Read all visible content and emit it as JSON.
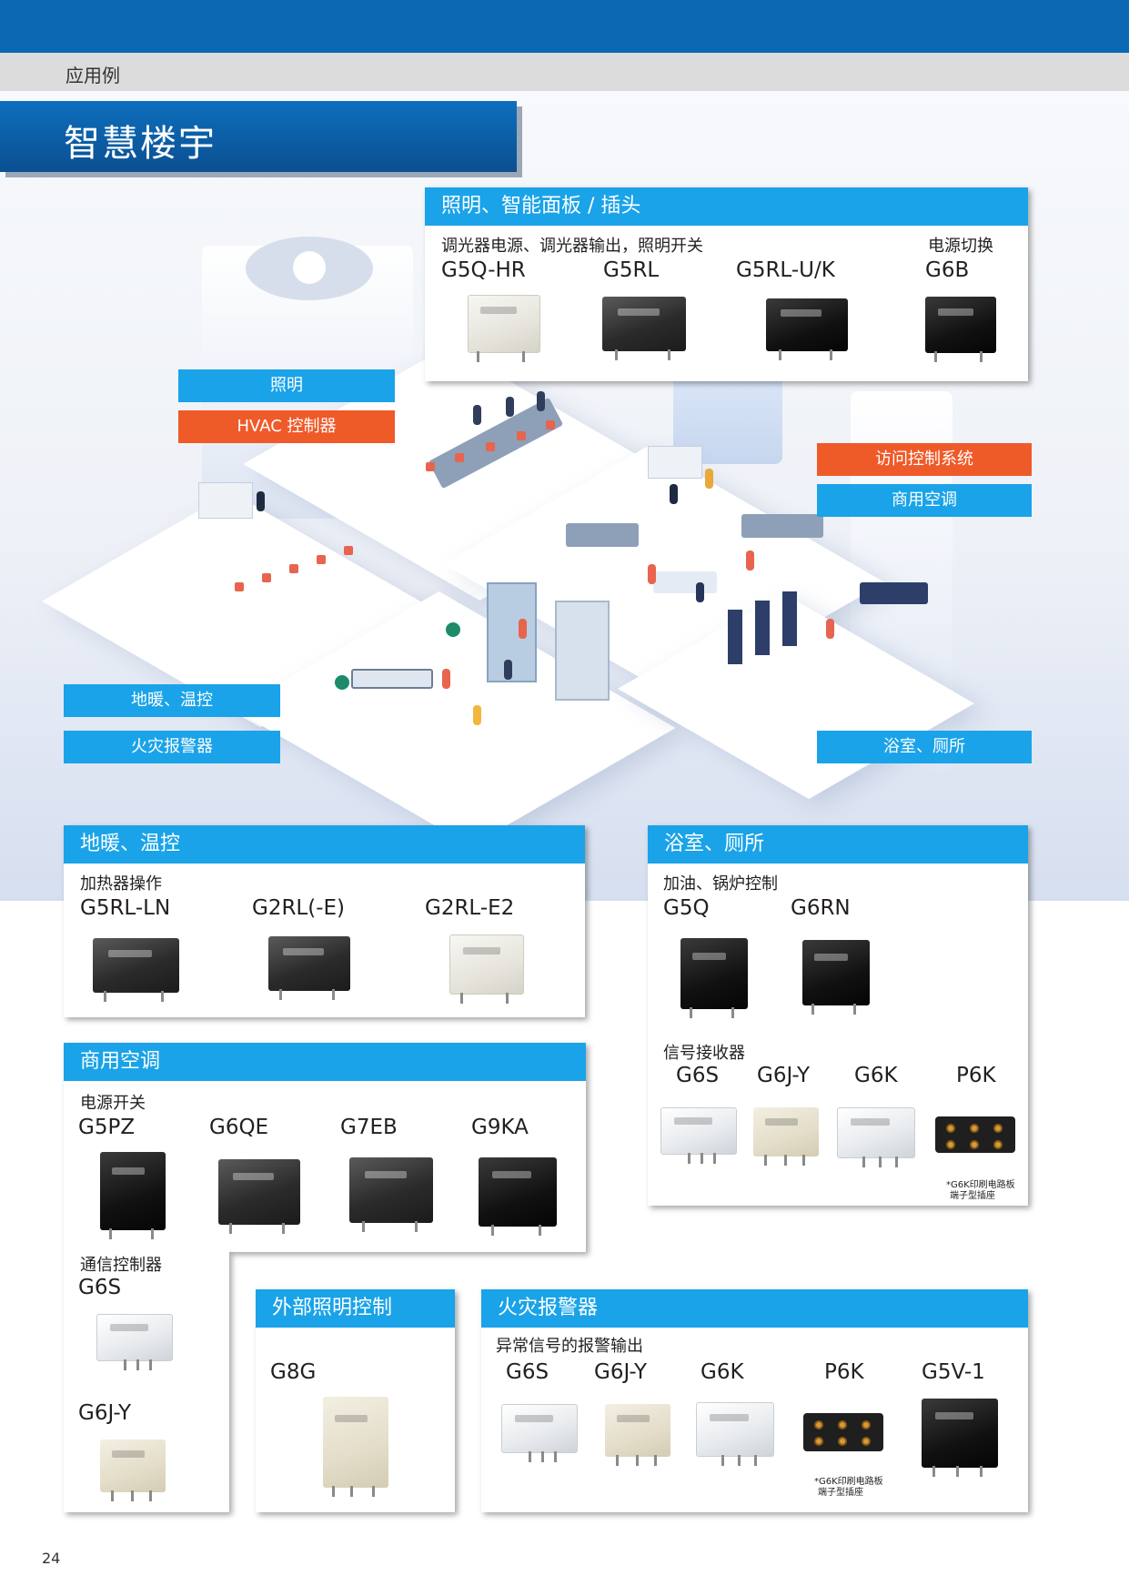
{
  "header": {
    "section": "应用例",
    "title": "智慧楼宇"
  },
  "tags": {
    "lighting": "照明",
    "hvac_controller": "HVAC 控制器",
    "access_control": "访问控制系统",
    "commercial_ac": "商用空调",
    "floor_heating": "地暖、温控",
    "fire_alarm": "火灾报警器",
    "bathroom": "浴室、厕所"
  },
  "cards": {
    "lighting_panel": {
      "title": "照明、智能面板 / 插头",
      "sub1": "调光器电源、调光器输出，照明开关",
      "sub2": "电源切换",
      "models": [
        "G5Q-HR",
        "G5RL",
        "G5RL-U/K",
        "G6B"
      ]
    },
    "floor_heating": {
      "title": "地暖、温控",
      "sub": "加热器操作",
      "models": [
        "G5RL-LN",
        "G2RL(-E)",
        "G2RL-E2"
      ]
    },
    "bathroom": {
      "title": "浴室、厕所",
      "sub1": "加油、锅炉控制",
      "models1": [
        "G5Q",
        "G6RN"
      ],
      "sub2": "信号接收器",
      "models2": [
        "G6S",
        "G6J-Y",
        "G6K",
        "P6K"
      ],
      "note": [
        "*G6K印刷电路板",
        "端子型插座"
      ]
    },
    "commercial_ac": {
      "title": "商用空调",
      "sub": "电源开关",
      "models": [
        "G5PZ",
        "G6QE",
        "G7EB",
        "G9KA"
      ],
      "sub2": "通信控制器",
      "models2": [
        "G6S",
        "G6J-Y"
      ]
    },
    "exterior_lighting": {
      "title": "外部照明控制",
      "models": [
        "G8G"
      ]
    },
    "fire_alarm": {
      "title": "火灾报警器",
      "sub": "异常信号的报警输出",
      "models": [
        "G6S",
        "G6J-Y",
        "G6K",
        "P6K",
        "G5V-1"
      ],
      "note": [
        "*G6K印刷电路板",
        "端子型插座"
      ]
    }
  },
  "page_number": "24",
  "colors": {
    "header_blue": "#0b68b3",
    "card_blue": "#1aa3e8",
    "tag_orange": "#ef5a29"
  }
}
